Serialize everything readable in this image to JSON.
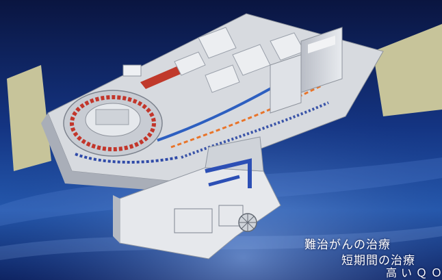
{
  "image": {
    "description_colors": {
      "sky_dark": "#0a1540",
      "sky_light": "#2a63b8",
      "building": "#dcdfe4",
      "earth": "#c9c79a",
      "accent_beamline": "#e8742a"
    }
  },
  "captions": {
    "line1": "難治がんの治療",
    "line2": "短期間の治療",
    "line3": "高いＱＯＬ"
  }
}
